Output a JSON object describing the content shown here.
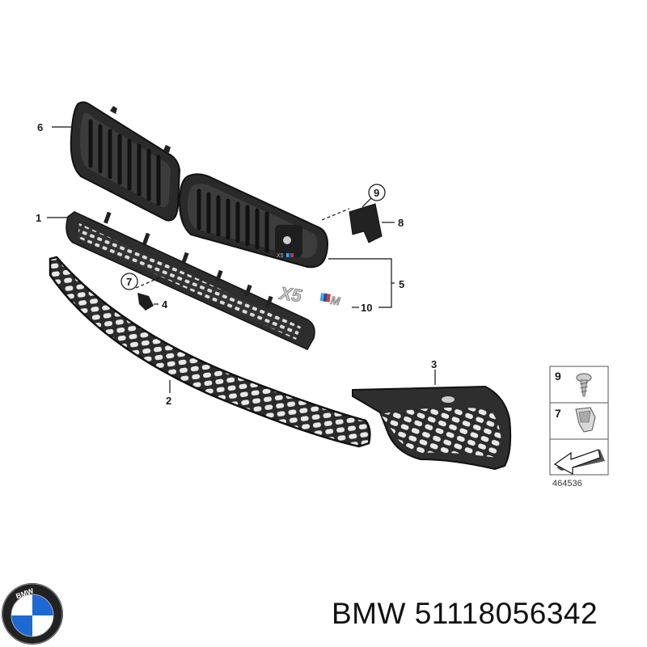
{
  "diagram": {
    "callouts": [
      "1",
      "2",
      "3",
      "4",
      "5",
      "6",
      "7",
      "8",
      "9",
      "10"
    ],
    "legend": {
      "items": [
        {
          "number": "9",
          "icon": "screw-icon"
        },
        {
          "number": "7",
          "icon": "clip-icon"
        },
        {
          "number": "",
          "icon": "arrow-plate-icon"
        }
      ],
      "diagram_id": "464536"
    },
    "badge_text": {
      "model": "X5",
      "m": "M"
    }
  },
  "footer": {
    "brand": "BMW",
    "part_number": "51118056342",
    "logo_text": "BMW"
  }
}
